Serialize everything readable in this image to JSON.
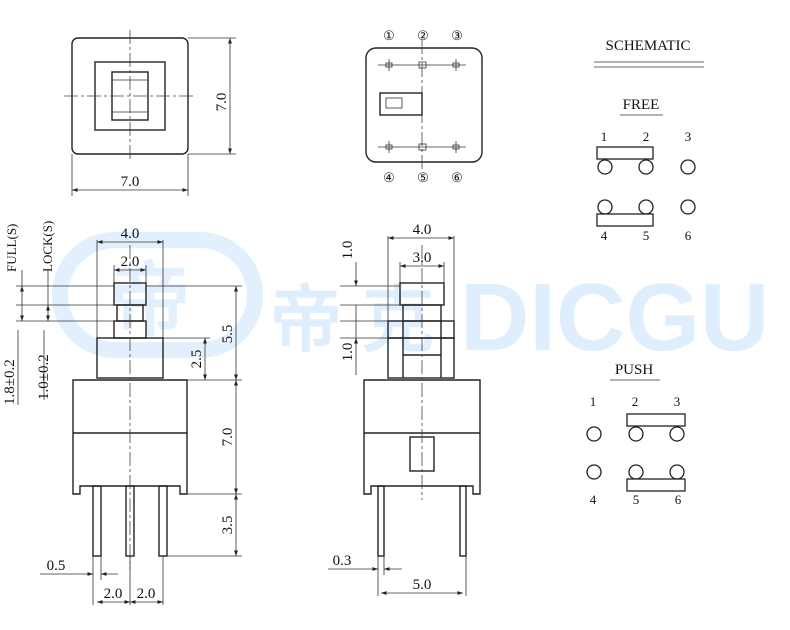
{
  "watermark": {
    "logo_text": "帝",
    "cn_text": "帝 克",
    "en_text": "DICGU"
  },
  "top_view": {
    "height": "7.0",
    "width": "7.0"
  },
  "pin_view": {
    "pins_top": [
      "①",
      "②",
      "③"
    ],
    "pins_bottom": [
      "④",
      "⑤",
      "⑥"
    ]
  },
  "schematic": {
    "title": "SCHEMATIC",
    "free": {
      "title": "FREE",
      "top_labels": [
        "1",
        "2",
        "3"
      ],
      "bottom_labels": [
        "4",
        "5",
        "6"
      ]
    },
    "push": {
      "title": "PUSH",
      "top_labels": [
        "1",
        "2",
        "3"
      ],
      "bottom_labels": [
        "4",
        "5",
        "6"
      ]
    }
  },
  "front_view": {
    "full_label": "FULL(S)",
    "lock_label": "LOCK(S)",
    "full_tol": "1.8±0.2",
    "lock_tol": "1.0±0.2",
    "width_outer": "4.0",
    "width_inner": "2.0",
    "stem_height": "5.5",
    "stem_lower": "2.5",
    "body_height": "7.0",
    "pin_length": "3.5",
    "pin_width": "0.5",
    "pitch_1": "2.0",
    "pitch_2": "2.0"
  },
  "side_view": {
    "width_outer": "4.0",
    "width_inner": "3.0",
    "top_height": "1.0",
    "lower_height": "1.0",
    "pin_width": "0.3",
    "pin_span": "5.0"
  }
}
